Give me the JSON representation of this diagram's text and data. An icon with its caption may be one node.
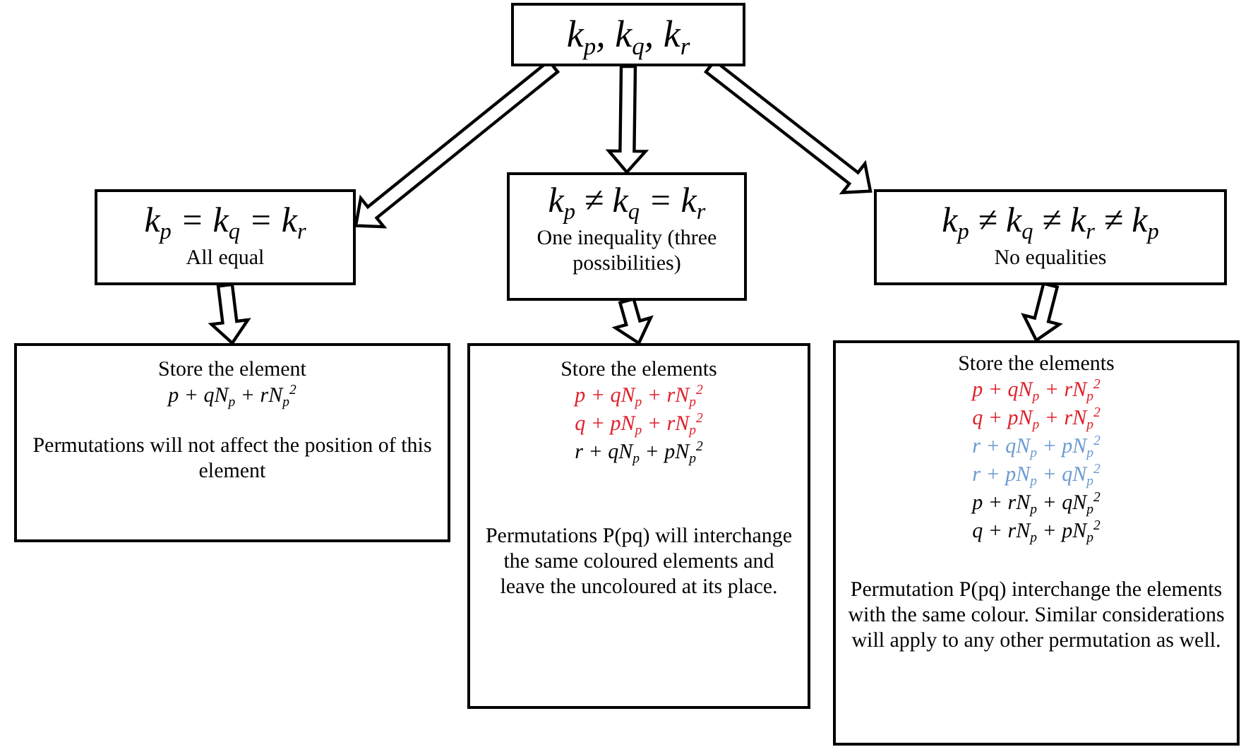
{
  "diagram": {
    "nodes": [
      {
        "text": [
          "k$_{p}$, k$_{q}$, k$_{r}$"
        ]
      },
      {
        "text": [
          "k$_{p}$ = k$_{q}$ = k$_{r}$",
          "All equal"
        ]
      },
      {
        "text": [
          "k$_{p}$ ≠ k$_{q}$ = k$_{r}$",
          "One inequality (three possibilities)"
        ]
      },
      {
        "text": [
          "k$_{p}$ ≠ k$_{q}$ ≠ k$_{r}$ ≠ k$_{p}$",
          "No equalities"
        ]
      },
      {
        "text": [
          "Store the element",
          "p + qN$_{p}$ + rN$_{p}$$^{2}$",
          "Permutations will not affect the position of this element"
        ]
      },
      {
        "text": [
          "Store the elements",
          "p + qN$_{p}$ + rN$_{p}$$^{2}$",
          "q + pN$_{p}$ + rN$_{p}$$^{2}$",
          "r + qN$_{p}$ + pN$_{p}$$^{2}$",
          "Permutations P(pq) will interchange the same coloured elements and leave the uncoloured at its place."
        ]
      },
      {
        "text": [
          "Store the elements",
          "p + qN$_{p}$ + rN$_{p}$$^{2}$",
          "q + pN$_{p}$ + rN$_{p}$$^{2}$",
          "r + qN$_{p}$ + pN$_{p}$$^{2}$",
          "r + pN$_{p}$ + qN$_{p}$$^{2}$",
          "p + rN$_{p}$ + qN$_{p}$$^{2}$",
          "q + rN$_{p}$ + pN$_{p}$$^{2}$",
          "Permutation P(pq) interchange the elements with the same colour. Similar considerations will apply to any other permutation as well."
        ]
      }
    ],
    "edges": [
      {
        "from": 0,
        "to": 1,
        "arrow": "to"
      },
      {
        "from": 0,
        "to": 2,
        "arrow": "to"
      },
      {
        "from": 0,
        "to": 3,
        "arrow": "to"
      },
      {
        "from": 1,
        "to": 4,
        "arrow": "to"
      },
      {
        "from": 2,
        "to": 5,
        "arrow": "to"
      },
      {
        "from": 3,
        "to": 6,
        "arrow": "to"
      }
    ]
  }
}
